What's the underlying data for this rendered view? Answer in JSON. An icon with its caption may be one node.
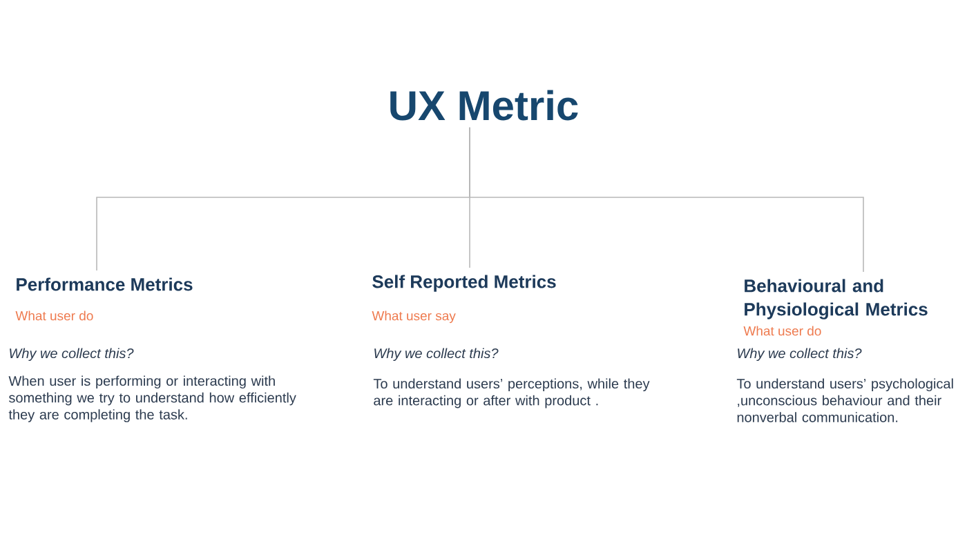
{
  "diagram": {
    "nodes": [
      {
        "text": [
          "UX Metric"
        ]
      },
      {
        "text": [
          "Performance Metrics",
          "What user do",
          "Why we collect this?",
          "When user is performing or interacting with something we try to understand how efficiently they are completing the task."
        ]
      },
      {
        "text": [
          "Self Reported Metrics",
          "What user say",
          "Why we collect this?",
          "To understand users’ perceptions, while they are interacting or after with product ."
        ]
      },
      {
        "text": [
          "Behavioural and Physiological Metrics",
          "What user do",
          "Why we collect this?",
          "To understand users’ psychological ,unconscious behaviour and their nonverbal communication."
        ]
      }
    ],
    "edges": [
      {
        "from": 0,
        "to": 1,
        "arrow": "none"
      },
      {
        "from": 0,
        "to": 2,
        "arrow": "none"
      },
      {
        "from": 0,
        "to": 3,
        "arrow": "none"
      }
    ]
  }
}
